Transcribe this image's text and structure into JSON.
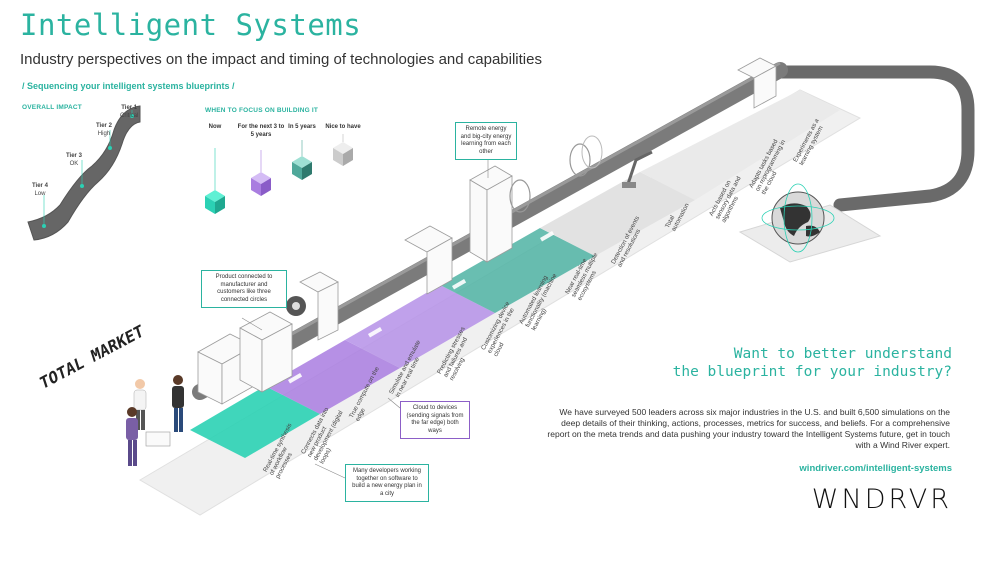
{
  "header": {
    "title": "Intelligent Systems",
    "subtitle": "Industry perspectives on the impact and timing of technologies and capabilities",
    "section_tag": "/ Sequencing your intelligent systems blueprints /"
  },
  "overall_impact": {
    "label": "OVERALL IMPACT",
    "tiers": [
      {
        "name": "Tier 1",
        "desc": "Critical"
      },
      {
        "name": "Tier 2",
        "desc": "High"
      },
      {
        "name": "Tier 3",
        "desc": "OK"
      },
      {
        "name": "Tier 4",
        "desc": "Low"
      }
    ]
  },
  "when_to_focus": {
    "label": "WHEN TO FOCUS ON BUILDING IT",
    "columns": [
      {
        "label": "Now",
        "color": "#2bd1b4"
      },
      {
        "label": "For the next 3 to 5 years",
        "color": "#a97de0"
      },
      {
        "label": "In 5 years",
        "color": "#4fa89a"
      },
      {
        "label": "Nice to have",
        "color": "#cfcfcf"
      }
    ]
  },
  "callouts": {
    "product_connected": "Product connected to manufacturer and customers like three connected circles",
    "remote_energy": "Remote energy and big-city energy learning from each other",
    "cloud_devices": "Cloud to devices (sending signals from the far edge) both ways",
    "developers": "Many developers working together on software to build a new energy plan in a city"
  },
  "stages": [
    "Real-time synthesis of workflow processes",
    "Connects data into new product development (digital loops)",
    "True compute on the edge",
    "Simulate and emulate in near real time",
    "Predicting stresses and failures and resolving",
    "Customizing device experiences in the cloud",
    "Automated learning functionality (machine learning)",
    "Near real-time seamless multiple ecosystems",
    "Detection of events and resolutions",
    "Total automation",
    "Acts based on sensory data and algorithms",
    "Adapts tasks based on reprogramming in the cloud",
    "Experiments as a learning system"
  ],
  "total_market": "TOTAL MARKET",
  "cta": {
    "heading_line1": "Want to better understand",
    "heading_line2": "the blueprint for your industry?",
    "body": "We have surveyed 500 leaders across six major industries in the U.S. and built 6,500 simulations on the deep details of their thinking, actions, processes, metrics for success, and beliefs. For a comprehensive report on the meta trends and data pushing your industry toward the Intelligent Systems future, get in touch with a Wind River expert.",
    "link": "windriver.com/intelligent-systems"
  },
  "logo": "WNDRVR",
  "colors": {
    "teal": "#2bb3a0",
    "purple": "#9b6fd6",
    "gray_belt": "#5a5a5a",
    "light_gray": "#e6e6e6"
  }
}
